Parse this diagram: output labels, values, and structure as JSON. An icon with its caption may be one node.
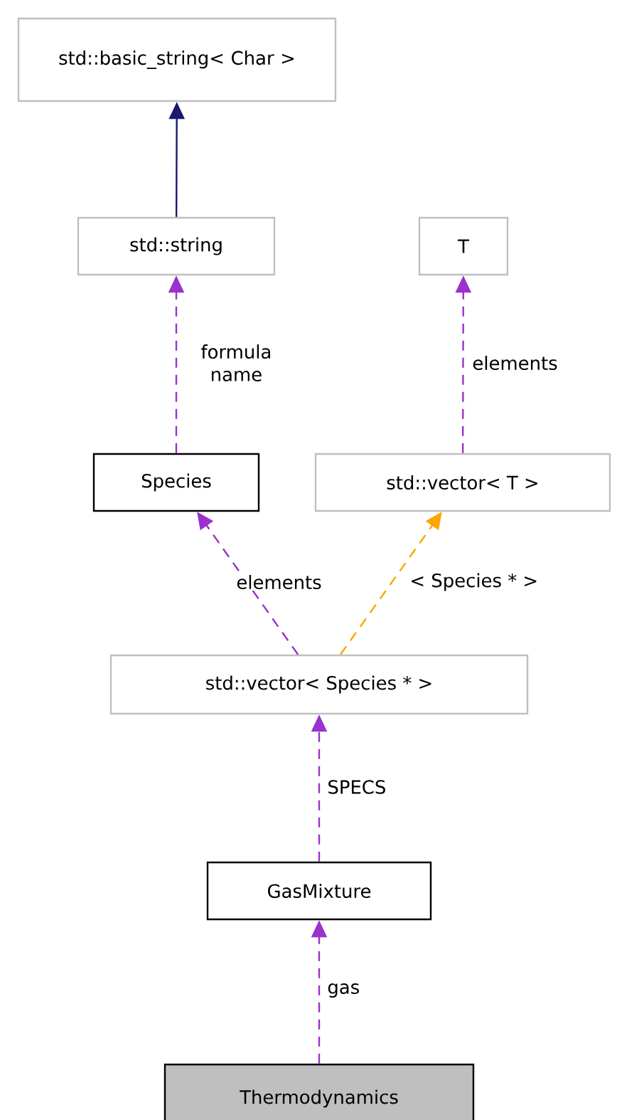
{
  "diagram": {
    "nodes": [
      {
        "text": [
          "std::basic_string< Char >"
        ]
      },
      {
        "text": [
          "std::string"
        ]
      },
      {
        "text": [
          "T"
        ]
      },
      {
        "text": [
          "Species"
        ]
      },
      {
        "text": [
          "std::vector< T >"
        ]
      },
      {
        "text": [
          "std::vector< Species * >"
        ]
      },
      {
        "text": [
          "GasMixture"
        ]
      },
      {
        "text": [
          "Thermodynamics"
        ]
      }
    ],
    "edges": [
      {
        "from": 1,
        "to": 0,
        "arrow": "to",
        "color": "#191970"
      },
      {
        "from": 3,
        "to": 1,
        "arrow": "to",
        "style": "dashed",
        "label": "formula name"
      },
      {
        "from": 4,
        "to": 2,
        "arrow": "to",
        "style": "dashed",
        "label": "elements"
      },
      {
        "from": 5,
        "to": 3,
        "arrow": "to",
        "style": "dashed",
        "label": "elements"
      },
      {
        "from": 5,
        "to": 4,
        "arrow": "to",
        "style": "dashed",
        "color": "#ffa500",
        "label": "< Species * >"
      },
      {
        "from": 6,
        "to": 5,
        "arrow": "to",
        "style": "dashed",
        "label": "SPECS"
      },
      {
        "from": 7,
        "to": 6,
        "arrow": "to",
        "style": "dashed",
        "label": "gas"
      }
    ]
  }
}
